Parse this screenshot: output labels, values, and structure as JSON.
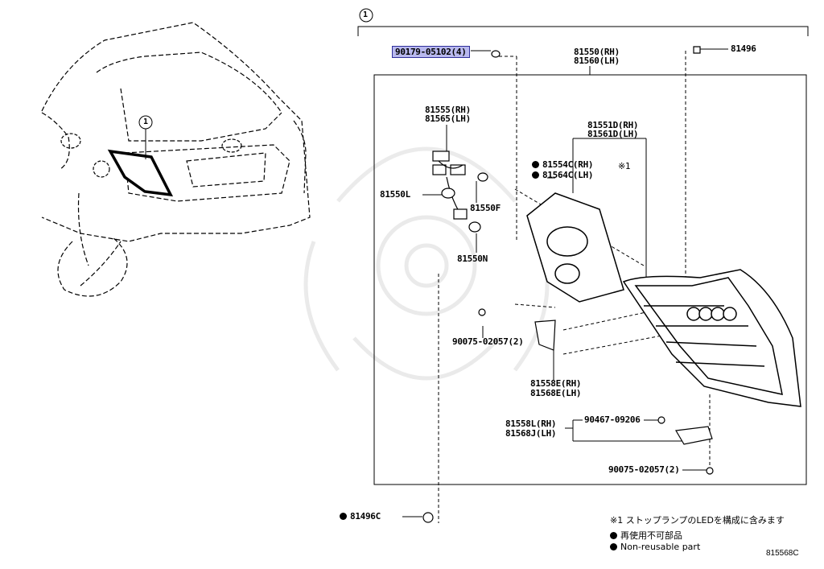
{
  "callout": "1",
  "callout_left": "1",
  "parts": {
    "bulb_socket": "90179-05102(4)",
    "lamp_rh": "81550(RH)",
    "lamp_lh": "81560(LH)",
    "clip_top": "81496",
    "socket_rh": "81555(RH)",
    "socket_lh": "81565(LH)",
    "lens_rh": "81551D(RH)",
    "lens_lh": "81561D(LH)",
    "note_mark": "※1",
    "gasket_rh": "81554C(RH)",
    "gasket_lh": "81564C(LH)",
    "bulb_l": "81550L",
    "bulb_f": "81550F",
    "bulb_n": "81550N",
    "screw_a": "90075-02057(2)",
    "bracket_rh": "81558E(RH)",
    "bracket_lh": "81568E(LH)",
    "bracket2_rh": "81558L(RH)",
    "bracket2_lh": "81568J(LH)",
    "clip_mid": "90467-09206",
    "screw_b": "90075-02057(2)",
    "clip_bottom": "81496C"
  },
  "notes": {
    "note1": "※1 ストップランプのLEDを構成に含みます",
    "nonreusable_jp": "再使用不可部品",
    "nonreusable_en": "Non-reusable part"
  },
  "diagram_code": "815568C"
}
